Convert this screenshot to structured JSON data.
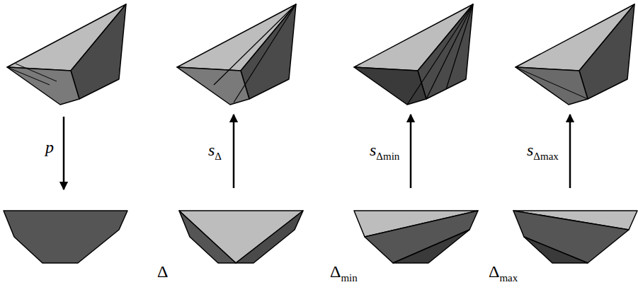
{
  "diagram": {
    "labels": [
      "p",
      "sΔ",
      "sΔmin",
      "sΔmax",
      "Δ",
      "Δmin",
      "Δmax"
    ]
  }
}
